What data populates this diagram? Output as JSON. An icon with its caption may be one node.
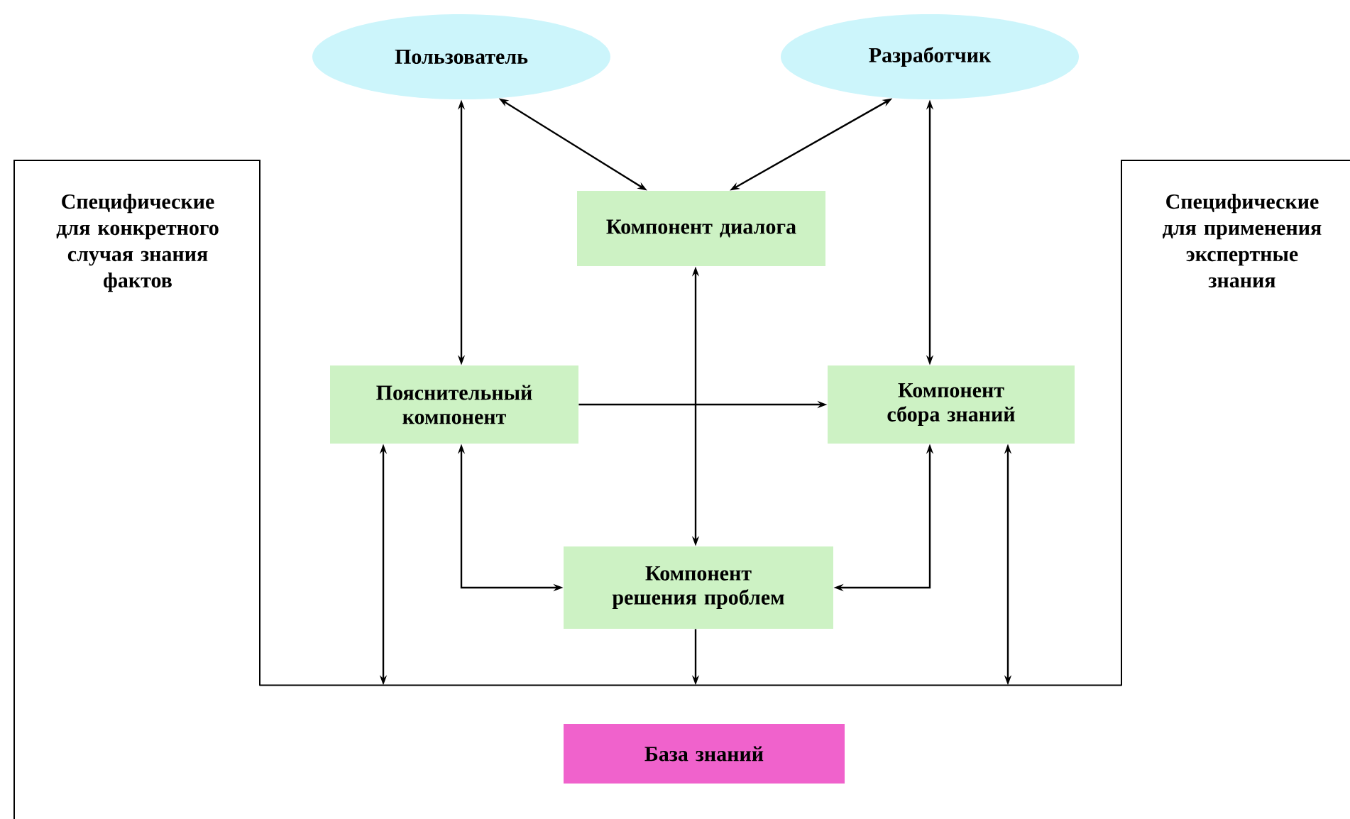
{
  "diagram": {
    "nodes": [
      {
        "text": [
          "Пользователь"
        ]
      },
      {
        "text": [
          "Разработчик"
        ]
      },
      {
        "text": [
          "Компонент диалога"
        ]
      },
      {
        "text": [
          "Пояснительный компонент"
        ]
      },
      {
        "text": [
          "Компонент сбора знаний"
        ]
      },
      {
        "text": [
          "Компонент решения проблем"
        ]
      },
      {
        "text": [],
        "shape": "box"
      },
      {
        "text": [
          "База знаний"
        ]
      }
    ],
    "edges": [
      {
        "from": 0,
        "to": 3,
        "arrow": "both"
      },
      {
        "from": 0,
        "to": 2,
        "arrow": "both"
      },
      {
        "from": 1,
        "to": 2,
        "arrow": "both"
      },
      {
        "from": 1,
        "to": 4,
        "arrow": "both"
      },
      {
        "from": 3,
        "to": 4,
        "arrow": "to"
      },
      {
        "from": 2,
        "to": 5,
        "arrow": "both"
      },
      {
        "from": 3,
        "to": 5,
        "arrow": "both"
      },
      {
        "from": 4,
        "to": 5,
        "arrow": "both"
      },
      {
        "from": 3,
        "to": 6,
        "arrow": "both"
      },
      {
        "from": 5,
        "to": 6,
        "arrow": "to"
      },
      {
        "from": 4,
        "to": 6,
        "arrow": "both"
      }
    ],
    "labels": [
      "Специфические для конкретного случая знания фактов",
      "Специфические для применения экспертные знания"
    ]
  }
}
